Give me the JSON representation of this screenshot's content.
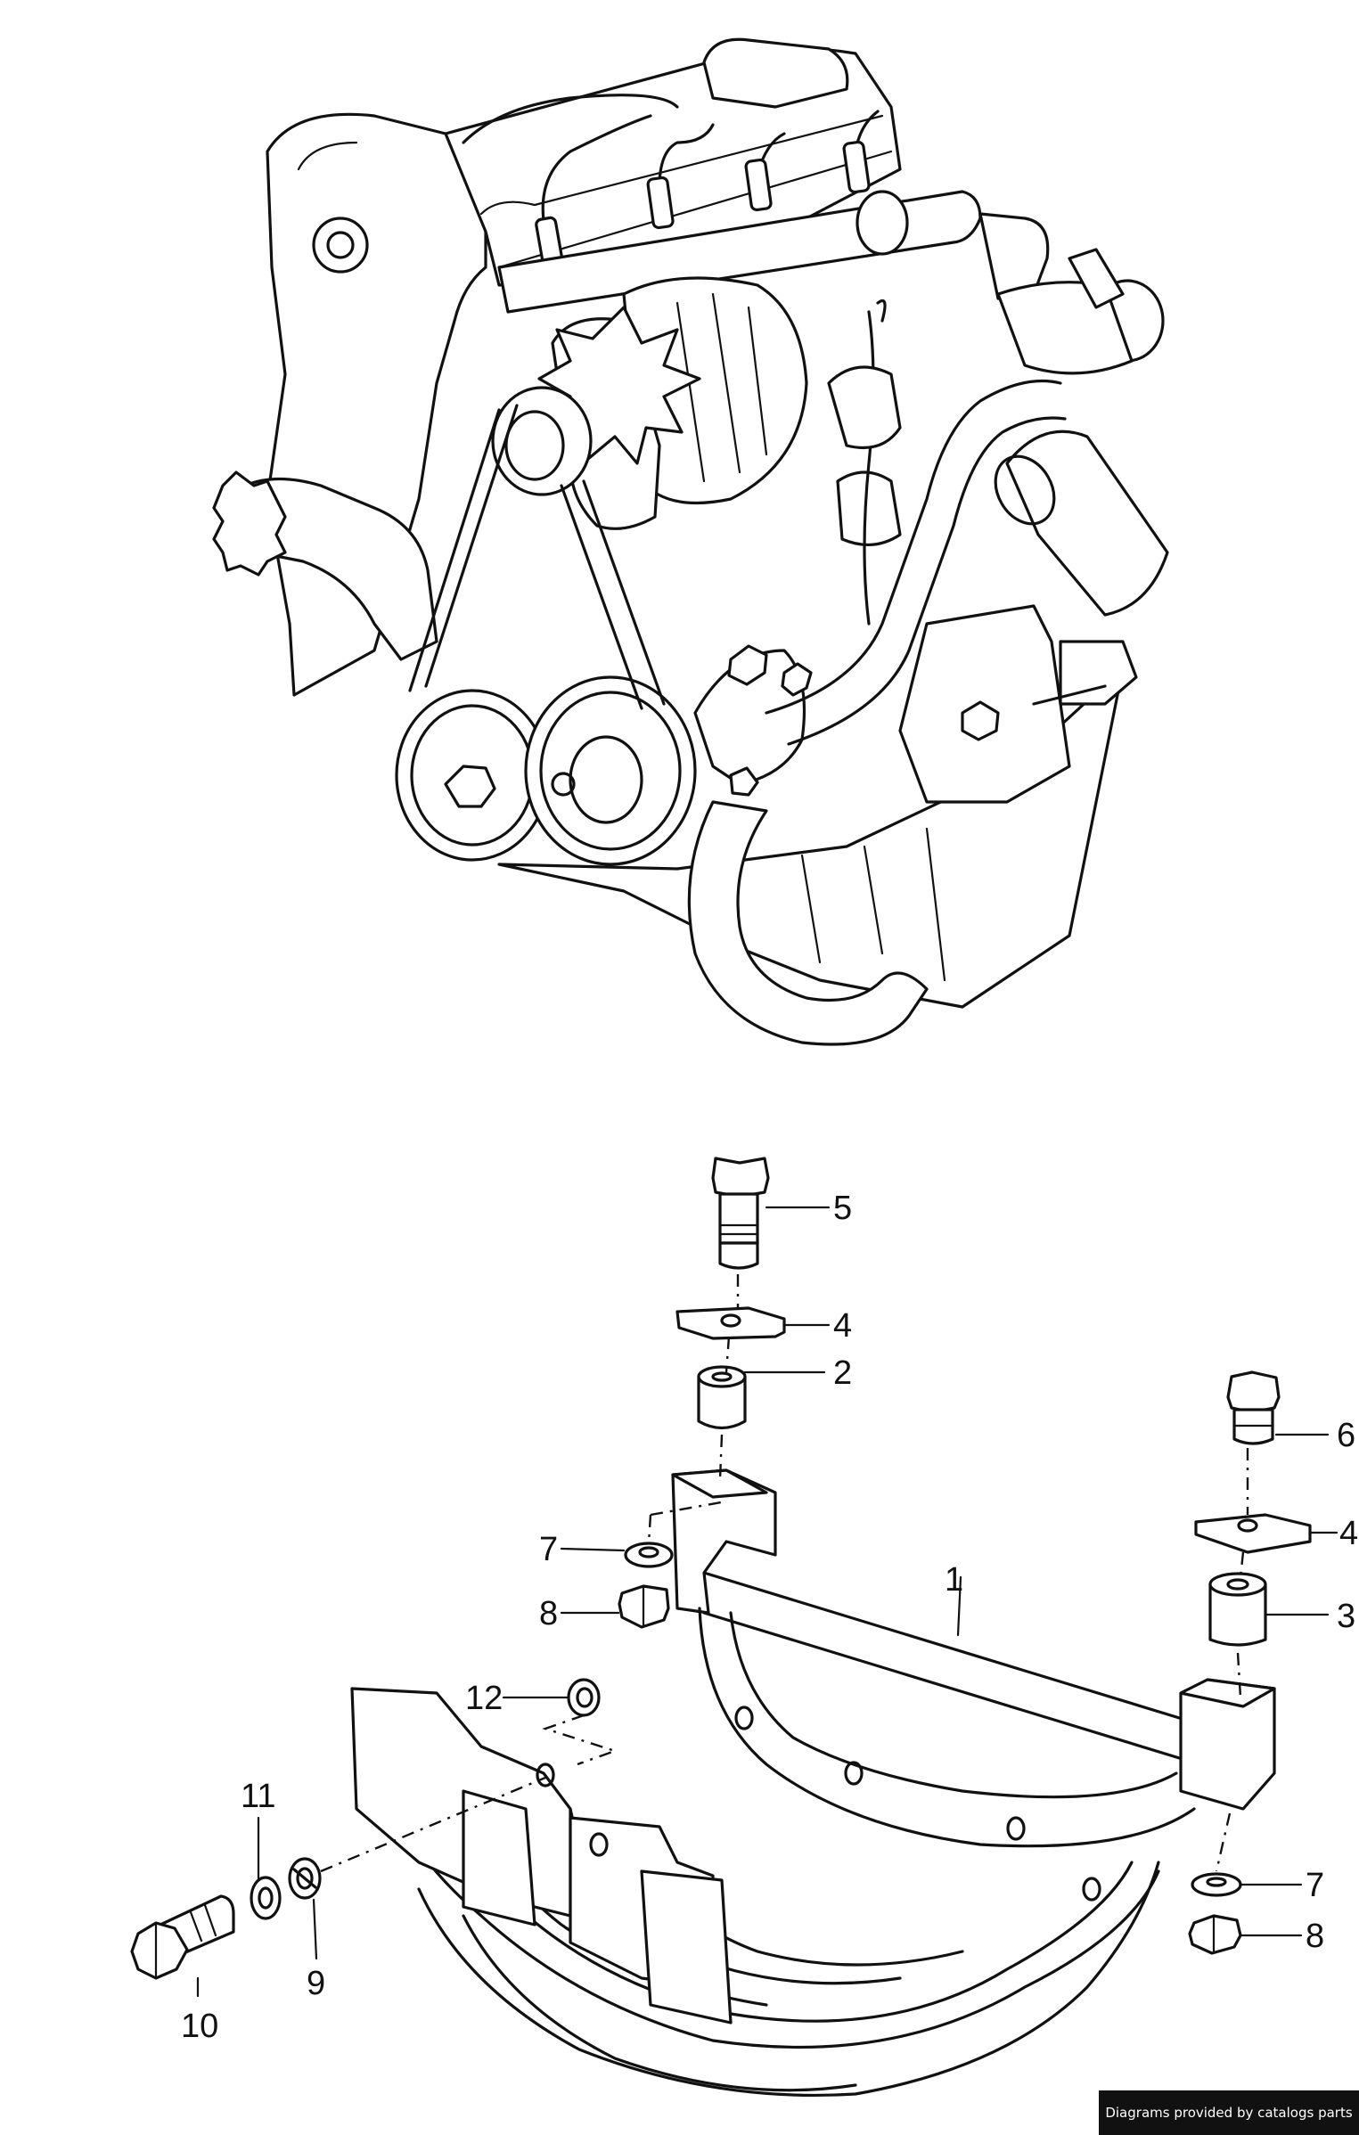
{
  "callouts": [
    {
      "label": "1"
    },
    {
      "label": "2"
    },
    {
      "label": "3"
    },
    {
      "label": "4"
    },
    {
      "label": "4"
    },
    {
      "label": "5"
    },
    {
      "label": "6"
    },
    {
      "label": "7"
    },
    {
      "label": "7"
    },
    {
      "label": "8"
    },
    {
      "label": "8"
    },
    {
      "label": "9"
    },
    {
      "label": "10"
    },
    {
      "label": "11"
    },
    {
      "label": "12"
    }
  ],
  "credit": "Diagrams provided by catalogs parts"
}
